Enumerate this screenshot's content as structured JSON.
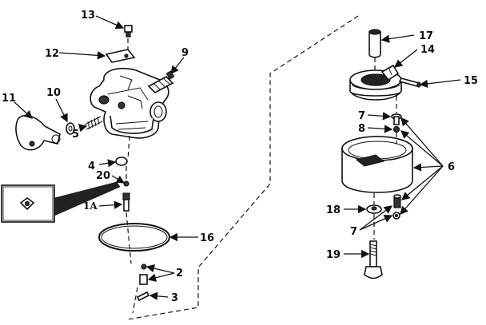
{
  "labels": {
    "l1a": "1A",
    "l2": "2",
    "l3": "3",
    "l4": "4",
    "l5": "5",
    "l6": "6",
    "l7a": "7",
    "l7b": "7",
    "l8": "8",
    "l9": "9",
    "l10": "10",
    "l11": "11",
    "l12": "12",
    "l13": "13",
    "l14": "14",
    "l15": "15",
    "l16": "16",
    "l17": "17",
    "l18": "18",
    "l19": "19",
    "l20": "20"
  }
}
